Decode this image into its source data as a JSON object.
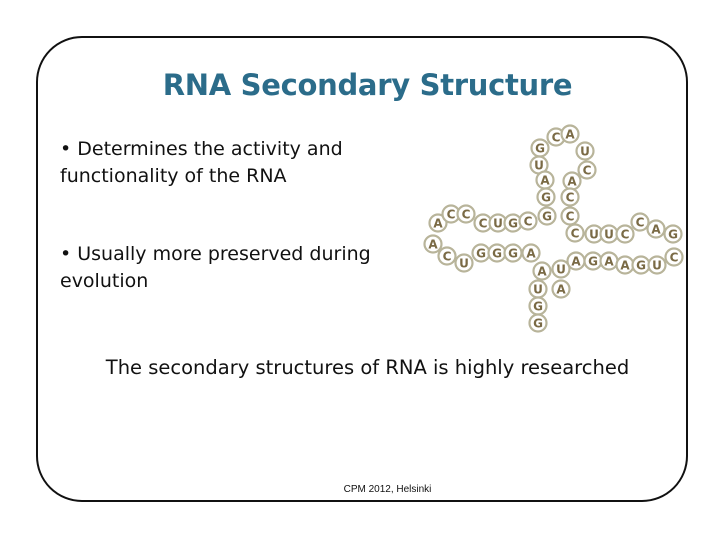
{
  "slide": {
    "title": "RNA Secondary Structure",
    "bullets": [
      "• Determines the activity and functionality of the RNA",
      "• Usually more preserved during evolution"
    ],
    "caption": "The secondary structures of RNA is highly researched",
    "footer": "CPM 2012, Helsinki"
  },
  "colors": {
    "title": "#2b6c8a",
    "nucleotide_stroke": "#b8b49a",
    "nucleotide_text": "#7a6a45"
  },
  "rna_structure": {
    "nucleotides": [
      "G",
      "C",
      "A",
      "U",
      "C",
      "A",
      "U",
      "A",
      "G",
      "C",
      "G",
      "C",
      "A",
      "C",
      "C",
      "C",
      "U",
      "G",
      "C",
      "A",
      "C",
      "U",
      "G",
      "G",
      "G",
      "A",
      "C",
      "U",
      "U",
      "C",
      "C",
      "A",
      "G",
      "A",
      "U",
      "A",
      "G",
      "A",
      "A",
      "G",
      "U",
      "C",
      "A",
      "U",
      "G",
      "G",
      "A",
      "C"
    ]
  }
}
